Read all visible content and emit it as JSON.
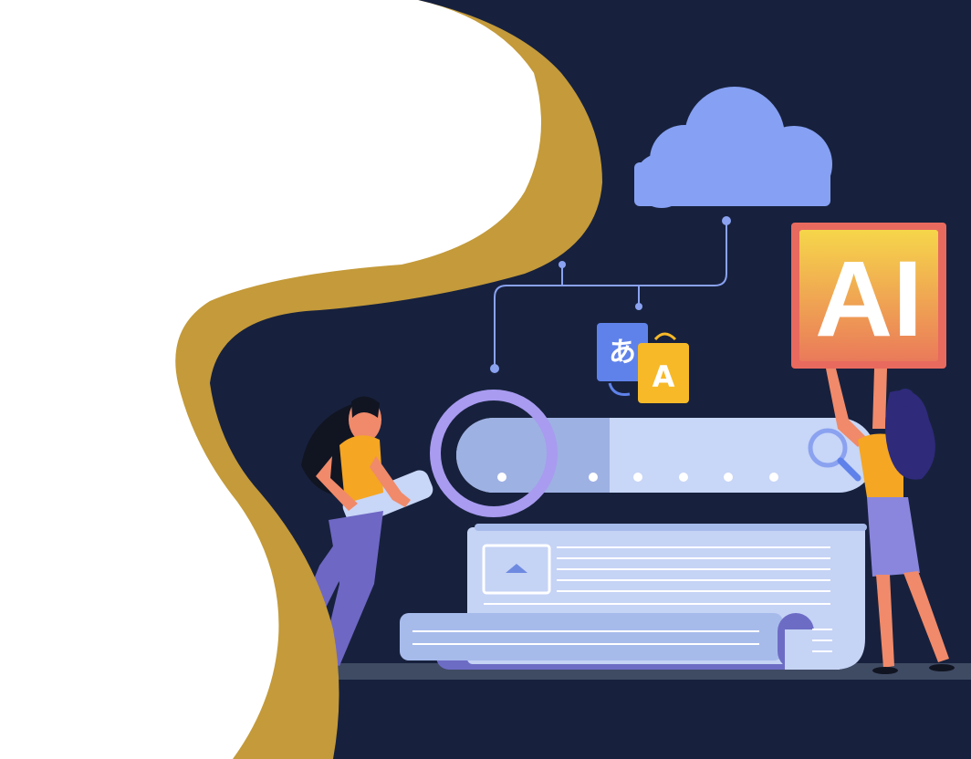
{
  "colors": {
    "background": "#17213d",
    "gold": "#c49a3a",
    "white": "#ffffff",
    "cloud": "#86a0f3",
    "connector": "#8aa2f0",
    "search_bar": "#c8d6f7",
    "search_bar_dark": "#9eb1e3",
    "magnifier": "#a89bf0",
    "document": "#c5d3f5",
    "scroll": "#a7bbeb",
    "scroll_shadow": "#6d6cc5",
    "floor": "#3f4a63",
    "orange": "#f5a623",
    "ai_red": "#e86a5f",
    "ai_yellow": "#f6c74a",
    "translate_blue": "#5f82ea",
    "translate_yellow": "#f7b928",
    "skin": "#f08a6a",
    "pants": "#6e67c4",
    "skirt": "#8a86dd",
    "hair": "#111522",
    "hair_blue": "#2f2a7a"
  },
  "icons": {
    "cloud": "cloud-icon",
    "translate": "translate-icon",
    "ai_badge": "ai-badge-icon",
    "magnifier": "magnifier-icon",
    "image_placeholder": "image-icon"
  },
  "ai_badge": {
    "label": "AI"
  },
  "translate": {
    "source_glyph": "あ",
    "target_glyph": "A"
  }
}
